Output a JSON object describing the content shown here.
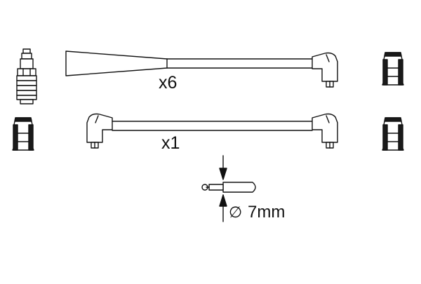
{
  "diagram": {
    "cable_set_1": {
      "quantity_label": "x6"
    },
    "cable_set_2": {
      "quantity_label": "x1"
    },
    "diameter": {
      "symbol": "∅",
      "value_label": "7mm"
    }
  },
  "colors": {
    "stroke": "#111111",
    "fill_dark": "#1a1a1a",
    "background": "#ffffff"
  }
}
